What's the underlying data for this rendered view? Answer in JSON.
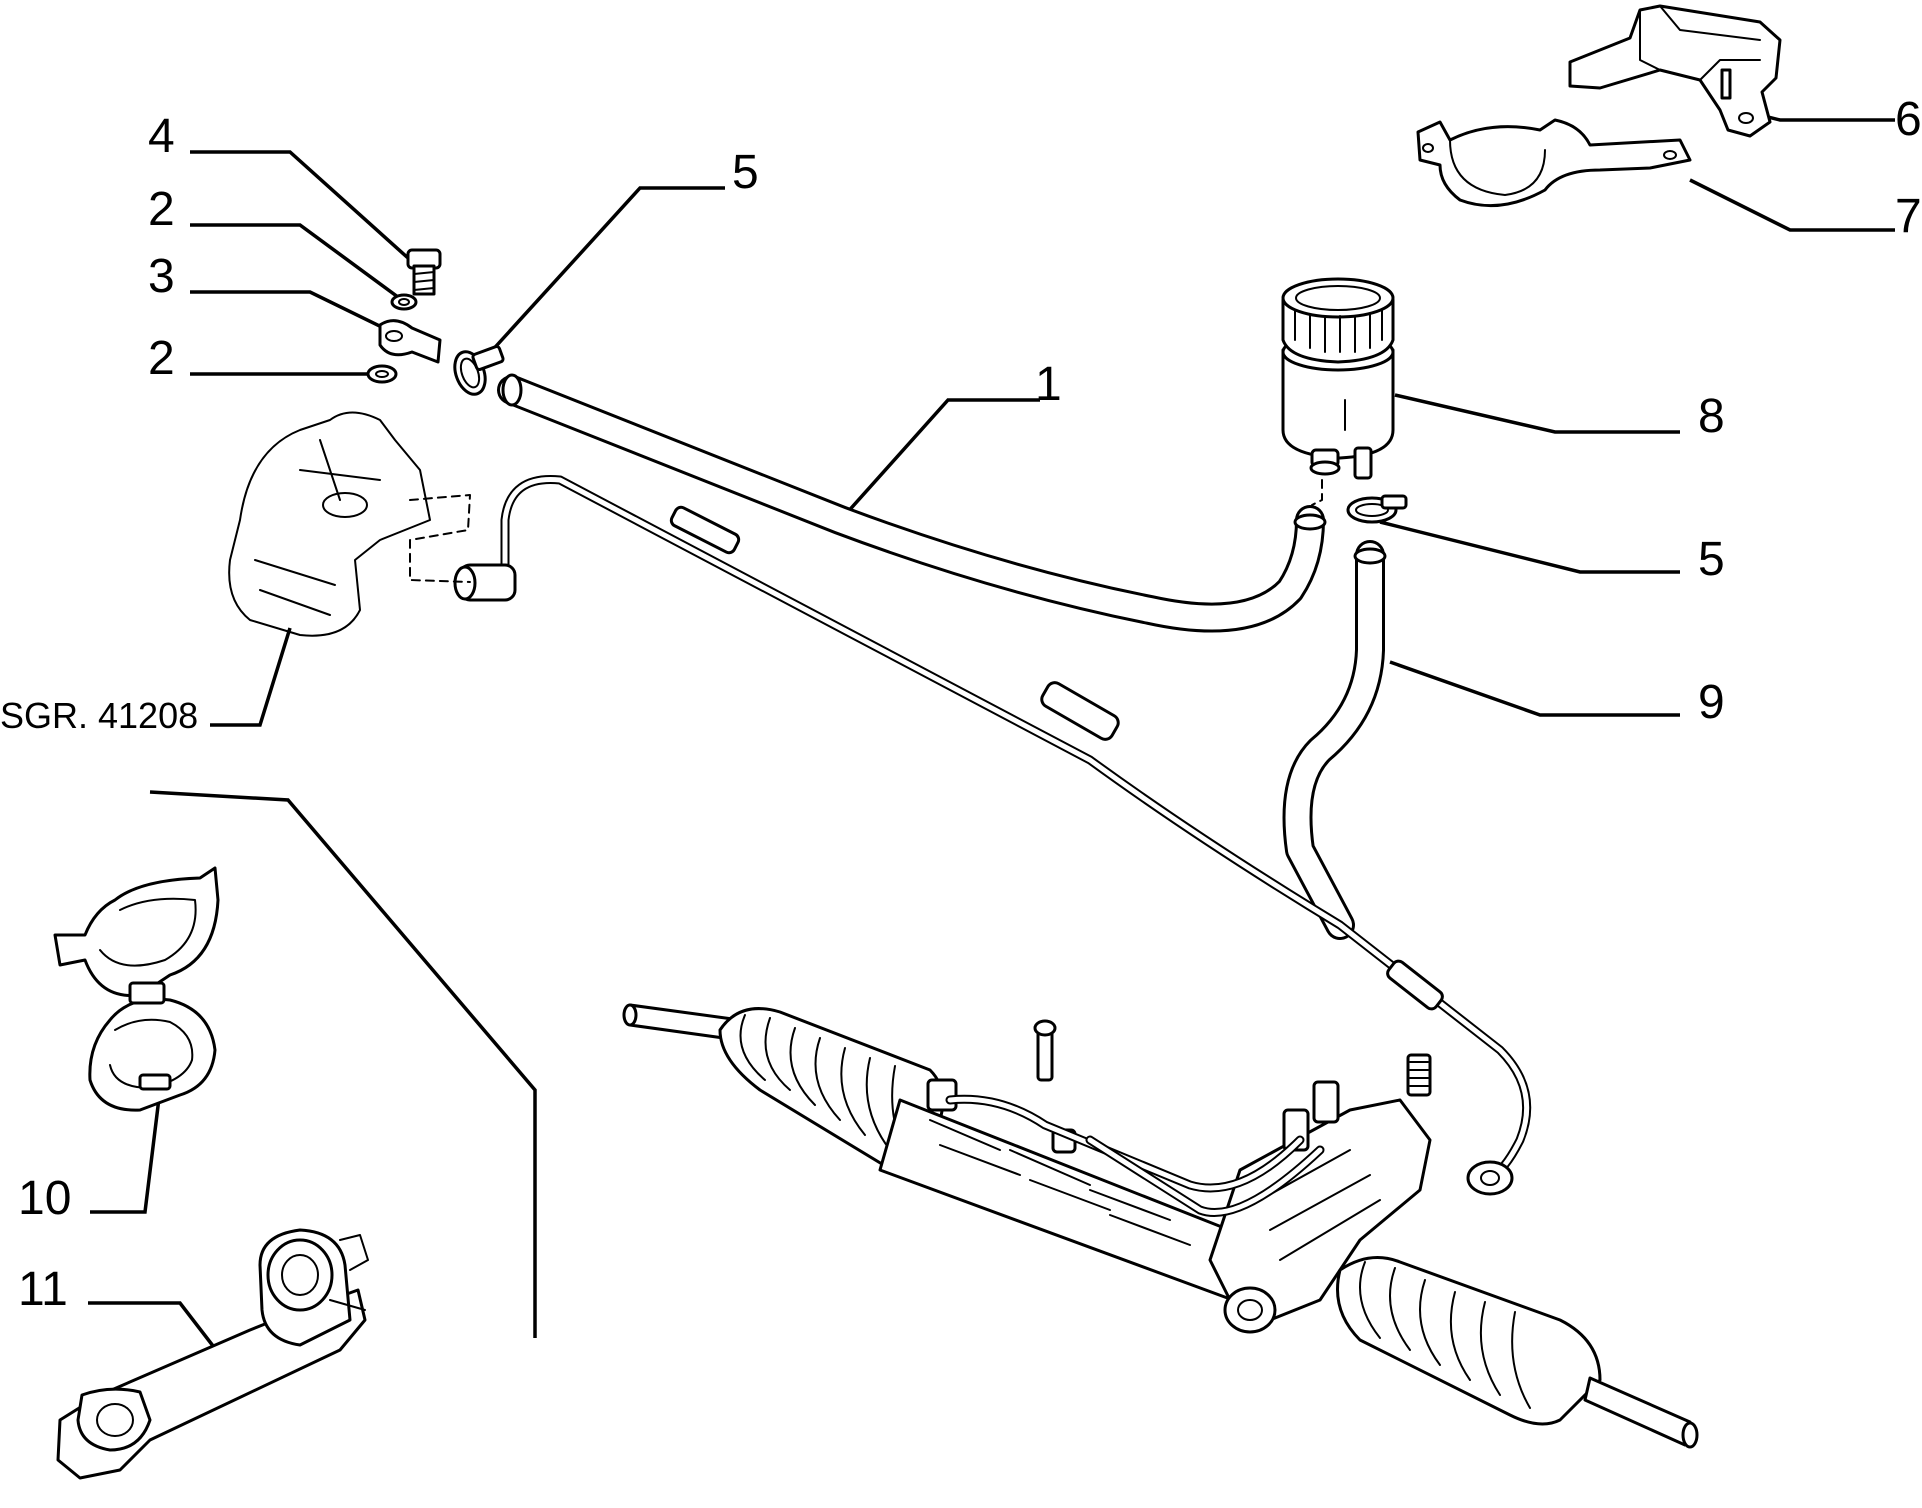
{
  "callouts": {
    "c4": "4",
    "c2a": "2",
    "c3": "3",
    "c2b": "2",
    "c5a": "5",
    "c1": "1",
    "c6": "6",
    "c7": "7",
    "c8": "8",
    "c5b": "5",
    "c9": "9",
    "c10": "10",
    "c11": "11"
  },
  "reference": "SGR. 41208"
}
